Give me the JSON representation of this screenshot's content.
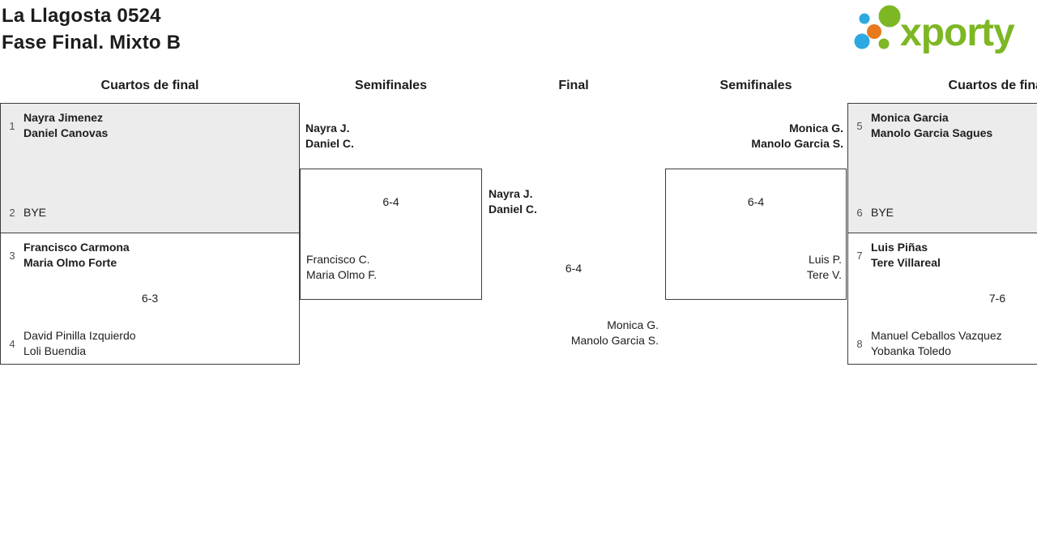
{
  "header": {
    "title_line1": "La Llagosta 0524",
    "title_line2": "Fase Final. Mixto B",
    "logo_text": "xporty"
  },
  "colors": {
    "logo_green": "#7db724",
    "logo_blue": "#2ba9e0",
    "logo_orange": "#e87a1e",
    "box_gray": "#ececec",
    "border": "#3c3c3c",
    "text": "#1d1d1d",
    "seed_gray": "#4f4f4f"
  },
  "rounds": {
    "qf_left": "Cuartos de final",
    "sf_left": "Semifinales",
    "final": "Final",
    "sf_right": "Semifinales",
    "qf_right": "Cuartos de final"
  },
  "qf1": {
    "seed_top": "1",
    "top1": "Nayra Jimenez",
    "top2": "Daniel Canovas",
    "seed_bottom": "2",
    "bottom1": "BYE"
  },
  "qf2": {
    "seed_top": "3",
    "top1": "Francisco Carmona",
    "top2": "Maria Olmo Forte",
    "score": "6-3",
    "seed_bottom": "4",
    "bottom1": "David Pinilla Izquierdo",
    "bottom2": "Loli Buendia"
  },
  "sf_left": {
    "winner1": "Nayra J.",
    "winner2": "Daniel C.",
    "score": "6-4",
    "loser1": "Francisco C.",
    "loser2": "Maria Olmo F."
  },
  "final": {
    "winner1": "Nayra J.",
    "winner2": "Daniel C.",
    "score": "6-4",
    "runnerup1": "Monica G.",
    "runnerup2": "Manolo Garcia S."
  },
  "sf_right": {
    "winner1": "Monica G.",
    "winner2": "Manolo Garcia S.",
    "score": "6-4",
    "loser1": "Luis P.",
    "loser2": "Tere V."
  },
  "qf5": {
    "seed_top": "5",
    "top1": "Monica Garcia",
    "top2": "Manolo Garcia Sagues",
    "seed_bottom": "6",
    "bottom1": "BYE"
  },
  "qf7": {
    "seed_top": "7",
    "top1": "Luis Piñas",
    "top2": "Tere Villareal",
    "score": "7-6",
    "seed_bottom": "8",
    "bottom1": "Manuel Ceballos Vazquez",
    "bottom2": "Yobanka Toledo"
  }
}
